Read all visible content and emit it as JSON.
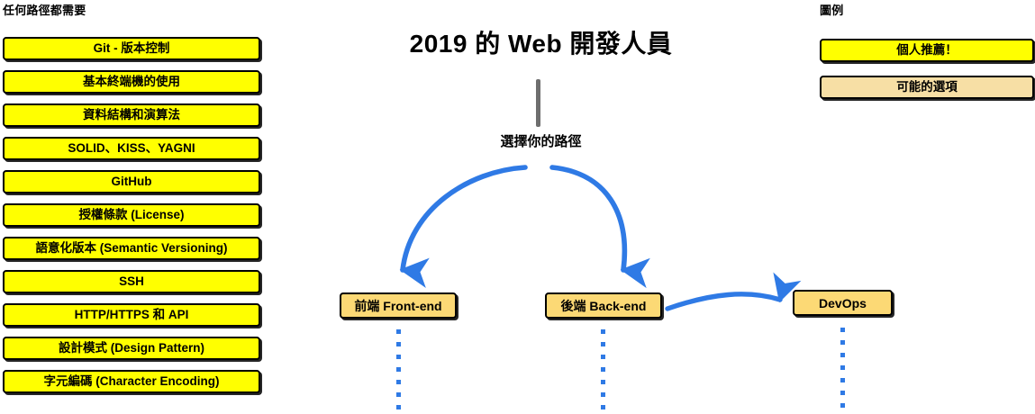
{
  "page": {
    "title": "2019 的 Web 開發人員",
    "choose_path_label": "選擇你的路徑",
    "background_color": "#ffffff"
  },
  "colors": {
    "recommended_fill": "#ffff00",
    "optional_fill": "#fcd975",
    "legend_optional_fill": "#f7dfa5",
    "arrow_blue": "#2f7ae5",
    "trunk_gray": "#6e6e6e",
    "outline_black": "#000000"
  },
  "required_section": {
    "heading": "任何路徑都需要",
    "items": [
      {
        "label": "Git - 版本控制"
      },
      {
        "label": "基本終端機的使用"
      },
      {
        "label": "資料結構和演算法"
      },
      {
        "label": "SOLID、KISS、YAGNI"
      },
      {
        "label": "GitHub"
      },
      {
        "label": "授權條款 (License)"
      },
      {
        "label": "語意化版本 (Semantic Versioning)"
      },
      {
        "label": "SSH"
      },
      {
        "label": "HTTP/HTTPS 和 API"
      },
      {
        "label": "設計模式 (Design Pattern)"
      },
      {
        "label": "字元編碼 (Character Encoding)"
      }
    ]
  },
  "paths": {
    "frontend": {
      "label": "前端 Front-end"
    },
    "backend": {
      "label": "後端 Back-end"
    },
    "devops": {
      "label": "DevOps"
    }
  },
  "legend": {
    "heading": "圖例",
    "items": [
      {
        "label": "個人推薦！",
        "fill": "#ffff00"
      },
      {
        "label": "可能的選項",
        "fill": "#f7dfa5"
      }
    ]
  },
  "trails": {
    "dot_count": 8
  }
}
